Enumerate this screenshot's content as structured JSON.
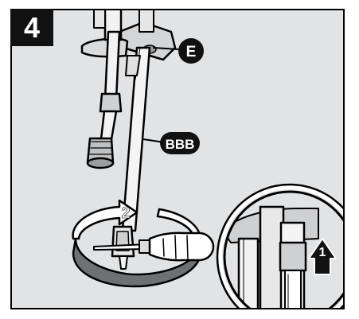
{
  "step": {
    "number": "4"
  },
  "callouts": {
    "e": "E",
    "bbb": "BBB",
    "rotate_step": "2",
    "lift_step": "1"
  },
  "colors": {
    "panel_bg": "#e2e3e5",
    "ink": "#000000",
    "callout_fill": "#111111",
    "callout_text": "#ffffff",
    "rotation_band": "#6f7072"
  },
  "icons": [
    "screwdriver-icon",
    "rotate-arrow-icon",
    "up-arrow-icon"
  ]
}
